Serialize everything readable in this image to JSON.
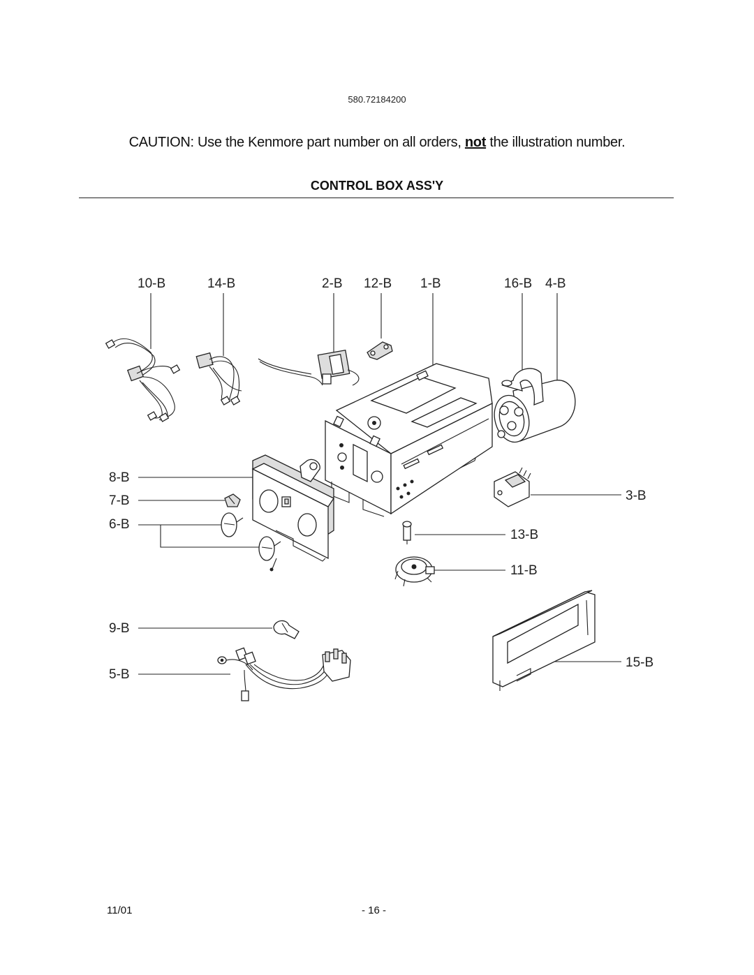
{
  "header": {
    "model_number": "580.72184200",
    "caution_prefix": "CAUTION: Use the Kenmore part number on all orders, ",
    "caution_emphasis": "not",
    "caution_suffix": " the illustration number.",
    "section_title": "CONTROL BOX ASS'Y"
  },
  "callouts": {
    "c10": "10-B",
    "c14": "14-B",
    "c2": "2-B",
    "c12": "12-B",
    "c1": "1-B",
    "c16": "16-B",
    "c4": "4-B",
    "c8": "8-B",
    "c7": "7-B",
    "c6": "6-B",
    "c3": "3-B",
    "c13": "13-B",
    "c11": "11-B",
    "c9": "9-B",
    "c5": "5-B",
    "c15": "15-B"
  },
  "footer": {
    "date": "11/01",
    "page_number": "- 16 -"
  }
}
